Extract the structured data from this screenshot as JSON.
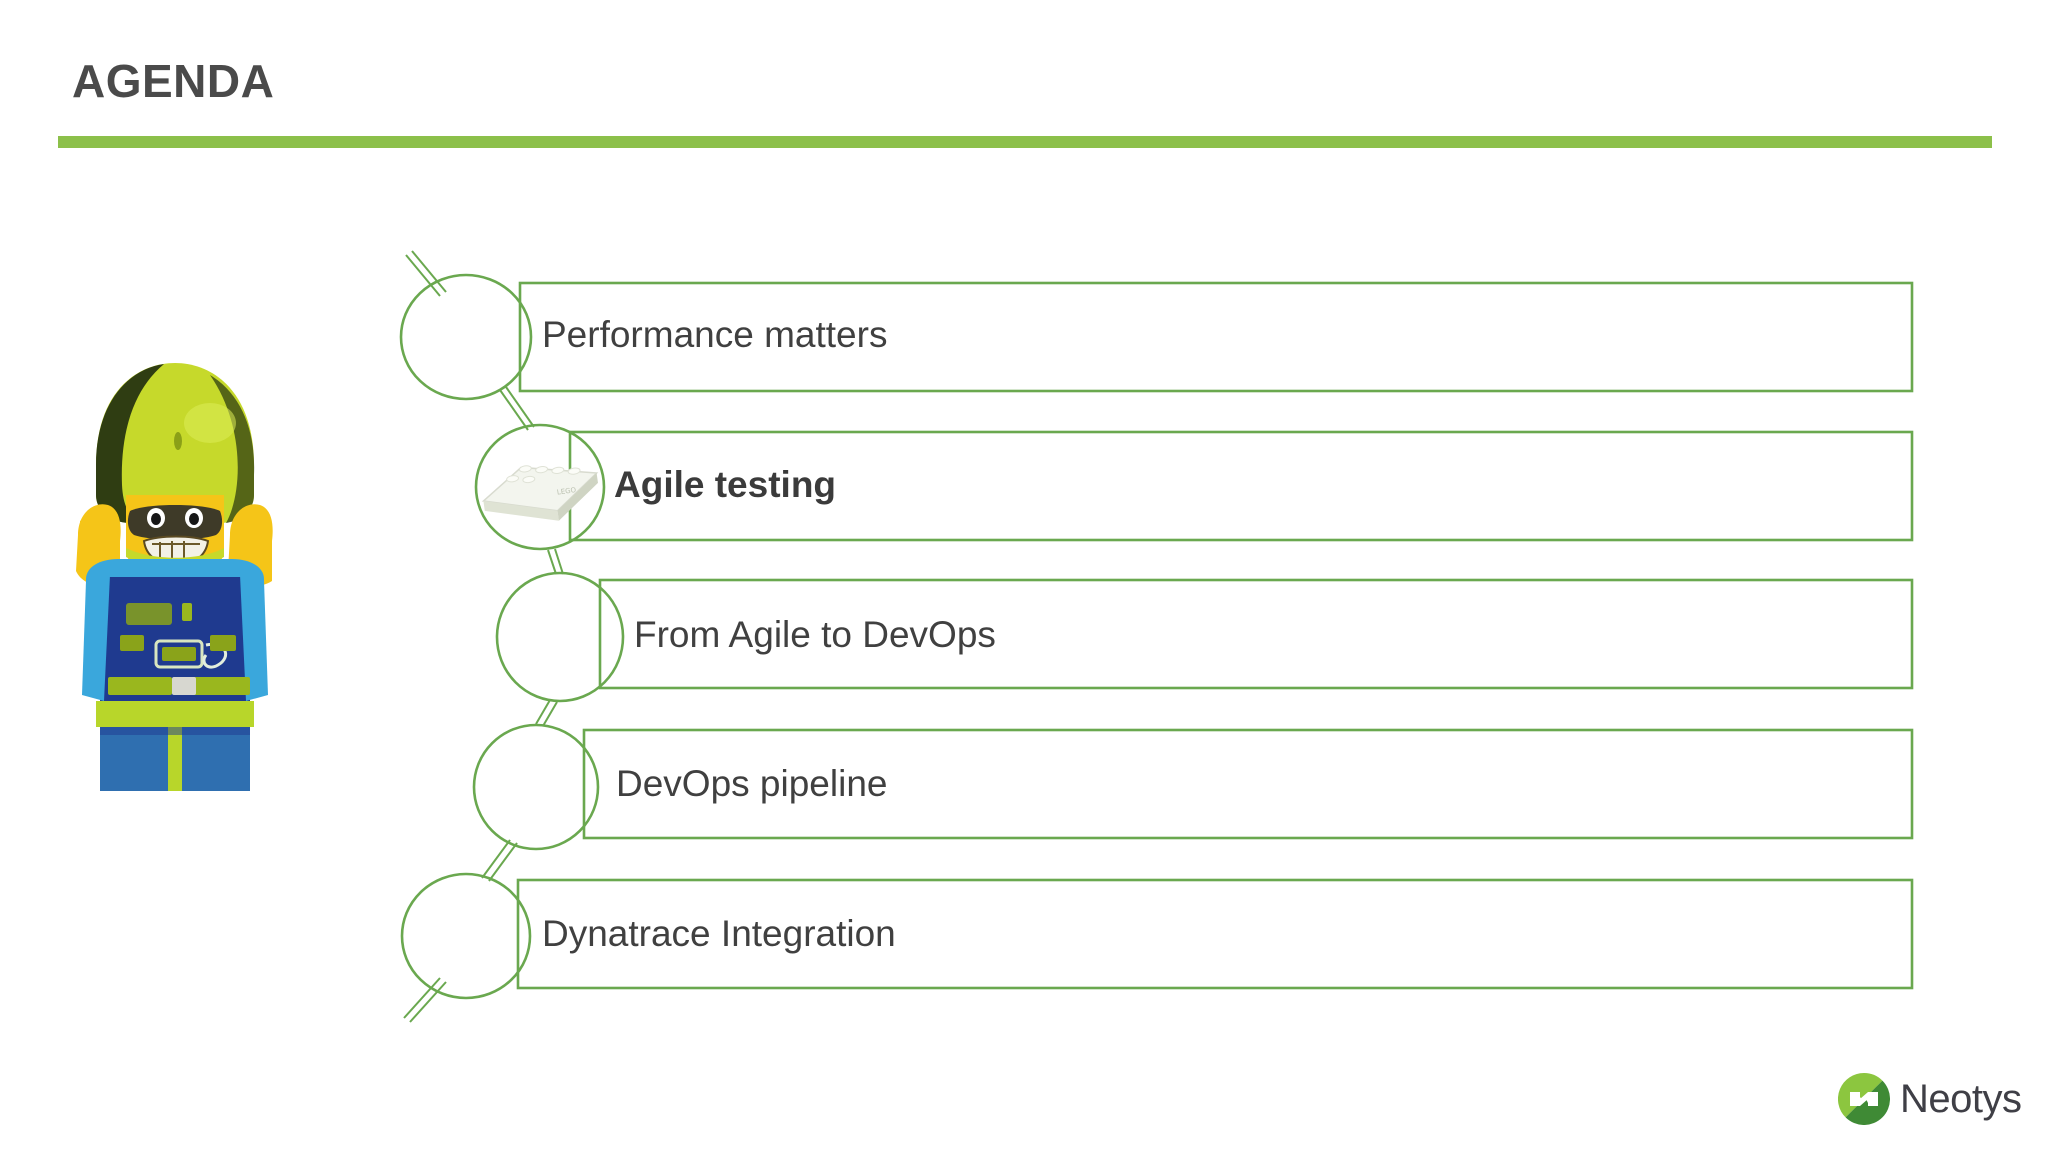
{
  "slide": {
    "title": "AGENDA",
    "accent_color": "#8cc04a",
    "outline_color": "#6aa84f",
    "text_color": "#404040",
    "background": "#ffffff"
  },
  "mascot": {
    "name": "lego-minifigure",
    "description": "LEGO minifigure with yellow-green helmet, goggles and blue jumpsuit, hands raised",
    "colors": {
      "helmet": "#c6d92b",
      "helmet_shadow": "#2b3a12",
      "face": "#f5c518",
      "suit_dark": "#1f3a8f",
      "suit_light": "#3aa7dc",
      "harness": "#b8d62a"
    }
  },
  "agenda_items": [
    {
      "label": "Performance matters",
      "bold": false,
      "has_image": false,
      "image_name": ""
    },
    {
      "label": "Agile testing",
      "bold": true,
      "has_image": true,
      "image_name": "white-lego-plate-thumbnail"
    },
    {
      "label": "From Agile to DevOps",
      "bold": false,
      "has_image": false,
      "image_name": ""
    },
    {
      "label": "DevOps pipeline",
      "bold": false,
      "has_image": false,
      "image_name": ""
    },
    {
      "label": "Dynatrace Integration",
      "bold": false,
      "has_image": false,
      "image_name": ""
    }
  ],
  "footer": {
    "brand": "Neotys",
    "logo_colors": {
      "light_green": "#8cc63f",
      "dark_green": "#3f8a35"
    }
  }
}
